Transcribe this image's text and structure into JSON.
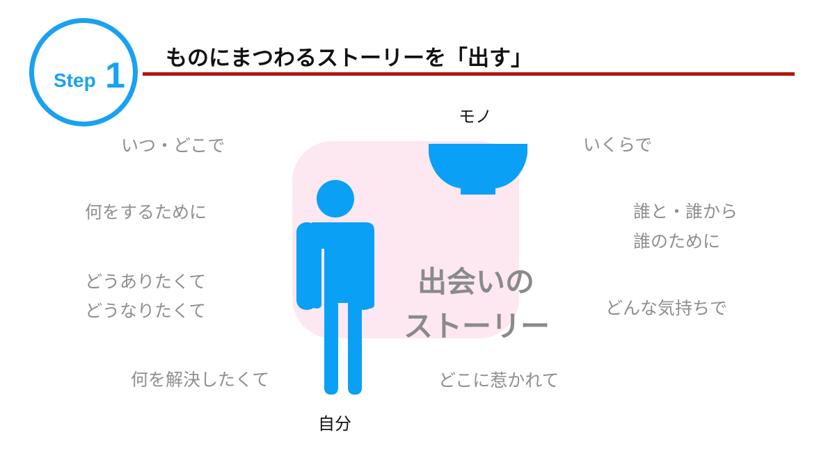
{
  "header": {
    "step_word": "Step",
    "step_number": "1",
    "title": "ものにまつわるストーリーを「出す」"
  },
  "center": {
    "line1": "出会いの",
    "line2": "ストーリー"
  },
  "labels": {
    "object": "モノ",
    "self": "自分"
  },
  "questions": {
    "when_where": "いつ・どこで",
    "purpose": "何をするために",
    "want_line1": "どうありたくて",
    "want_line2": "どうなりたくて",
    "solve": "何を解決したくて",
    "how_much": "いくらで",
    "who_line1": "誰と・誰から",
    "who_line2": "誰のために",
    "feeling": "どんな気持ちで",
    "attraction": "どこに惹かれて"
  },
  "colors": {
    "accent_blue": "#1aa1f0",
    "rule_red": "#b0170e",
    "box_pink": "#fde8f1",
    "muted_text": "#8f8f8f"
  },
  "icons": [
    "person-icon",
    "bowl-icon"
  ]
}
